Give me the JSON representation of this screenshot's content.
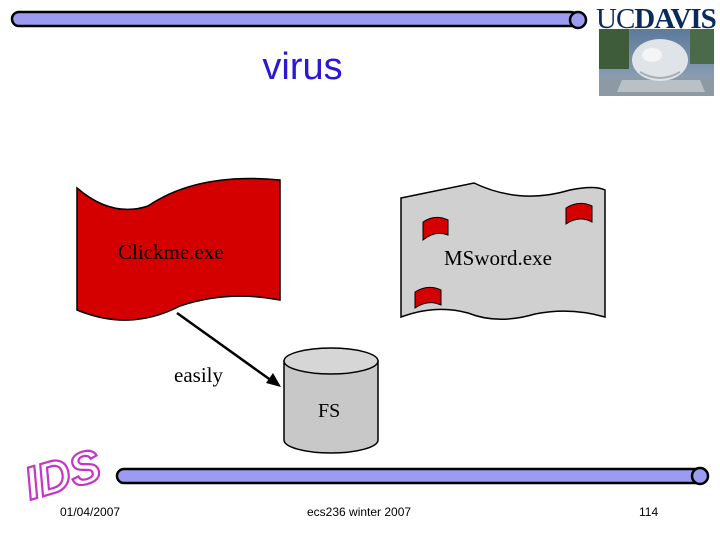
{
  "slide": {
    "title": "virus"
  },
  "logo": {
    "prefix": "UC",
    "name": "DAVIS"
  },
  "diagram": {
    "file_left": "Clickme.exe",
    "file_right": "MSword.exe",
    "arrow_label": "easily",
    "storage": "FS"
  },
  "watermark": "IDS",
  "footer": {
    "date": "01/04/2007",
    "course": "ecs236 winter 2007",
    "page": "114"
  },
  "colors": {
    "title": "#2a17d8",
    "bar_fill": "#9b9bf2",
    "red_document": "#d40000",
    "gray_document": "#d0d0d0",
    "watermark": "#c833c8"
  }
}
